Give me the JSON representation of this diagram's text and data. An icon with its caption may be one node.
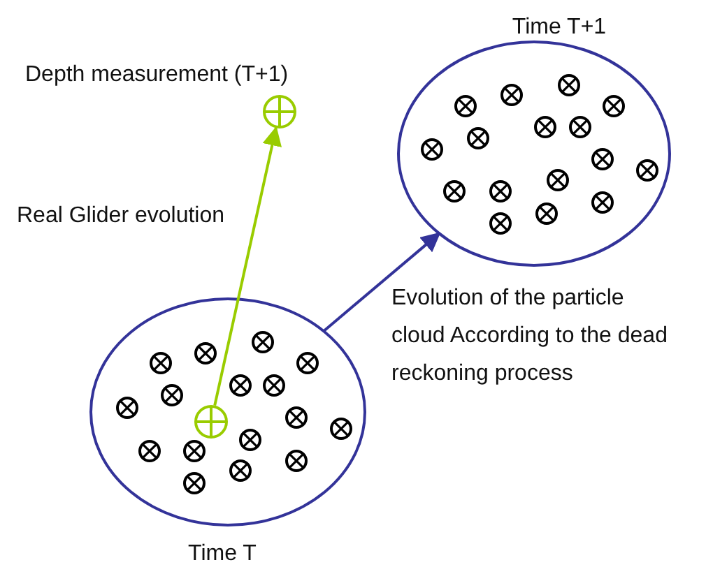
{
  "diagram": {
    "nodes": [
      {
        "text": [
          "Time T"
        ]
      },
      {
        "text": [],
        "shape": "circle",
        "in": 0
      },
      {
        "text": [
          "Time T+1"
        ]
      },
      {
        "text": [
          "Depth measurement (T+1)"
        ]
      }
    ],
    "edges": [
      {
        "from": 0,
        "to": 2,
        "arrow": "to",
        "label": "Evolution of the particle cloud According to the dead reckoning process",
        "color": "#333399"
      },
      {
        "from": 1,
        "to": 3,
        "arrow": "to",
        "label": "Real Glider evolution",
        "color": "#99cc00"
      }
    ]
  }
}
